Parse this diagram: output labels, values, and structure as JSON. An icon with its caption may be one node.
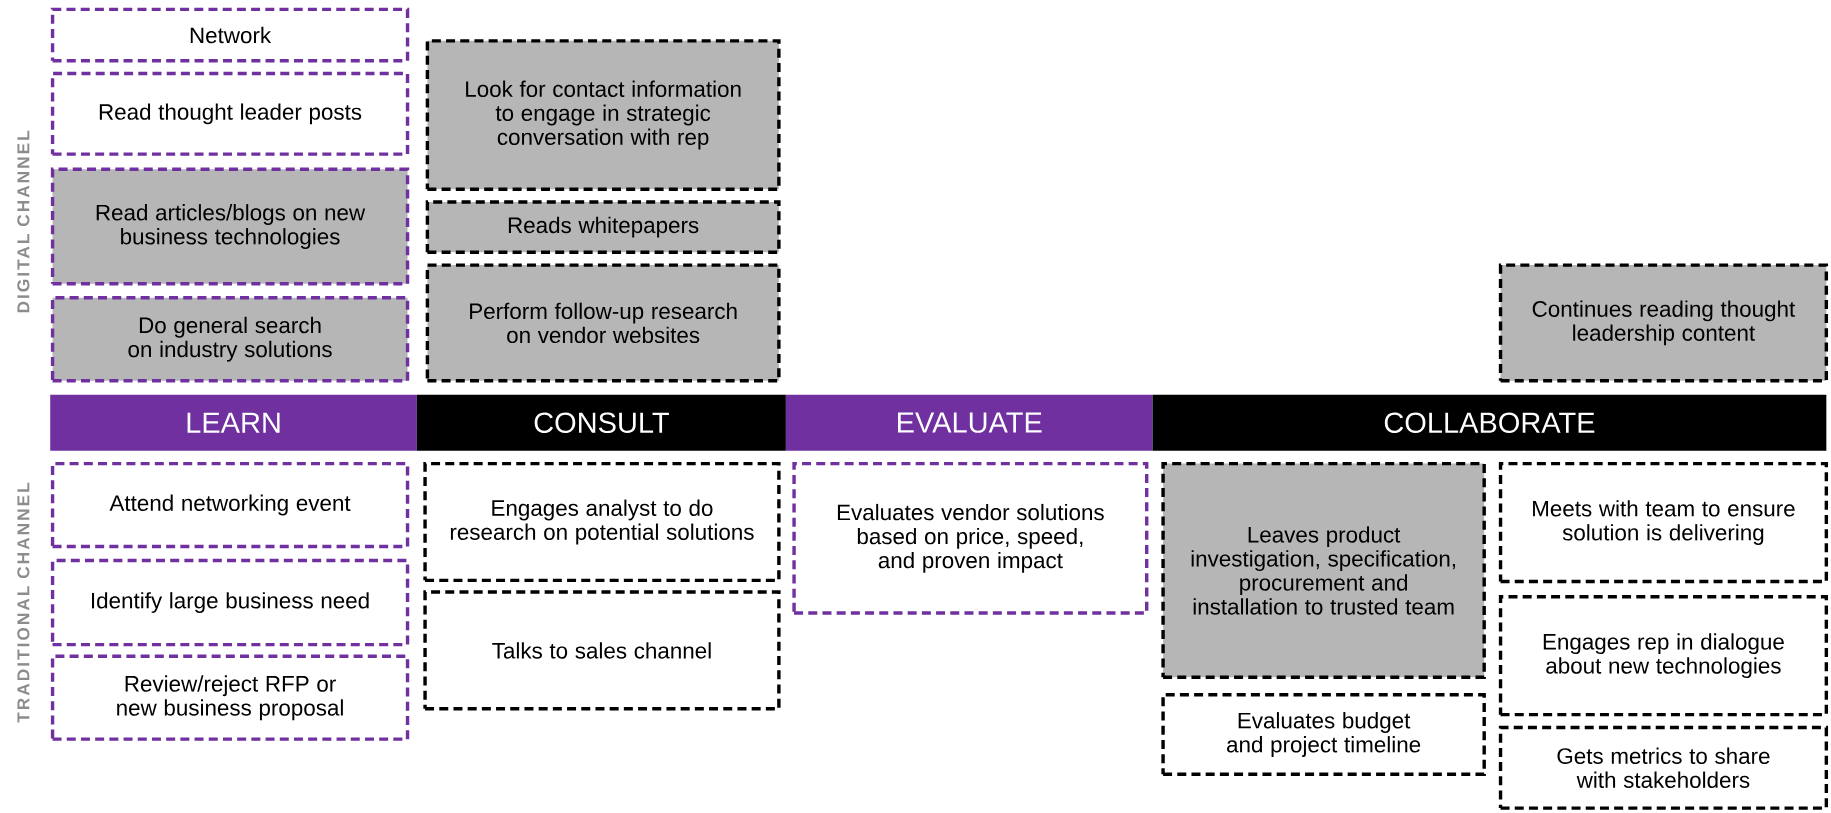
{
  "diagram": {
    "nodes": [
      {
        "text": [
          "Network"
        ]
      },
      {
        "text": [
          "Read thought leader posts"
        ]
      },
      {
        "text": [
          "Read articles/blogs on new business technologies"
        ]
      },
      {
        "text": [
          "Do general search on industry solutions"
        ]
      },
      {
        "text": [
          "Look for contact information to engage in strategic conversation with rep"
        ]
      },
      {
        "text": [
          "Reads whitepapers"
        ]
      },
      {
        "text": [
          "Perform follow-up research on vendor websites"
        ]
      },
      {
        "text": [
          "Continues reading thought leadership content"
        ]
      },
      {
        "text": [
          "LEARN"
        ]
      },
      {
        "text": [
          "CONSULT"
        ]
      },
      {
        "text": [
          "EVALUATE"
        ]
      },
      {
        "text": [
          "COLLABORATE"
        ]
      },
      {
        "text": [
          "Attend networking event"
        ]
      },
      {
        "text": [
          "Identify large business need"
        ]
      },
      {
        "text": [
          "Review/reject RFP or new business proposal"
        ]
      },
      {
        "text": [
          "Engages analyst to do research on potential solutions"
        ]
      },
      {
        "text": [
          "Talks to sales channel"
        ]
      },
      {
        "text": [
          "Evaluates vendor solutions based on price, speed, and proven impact"
        ]
      },
      {
        "text": [
          "Leaves product investigation, specification, procurement and installation to trusted team"
        ]
      },
      {
        "text": [
          "Evaluates budget and project timeline"
        ]
      },
      {
        "text": [
          "Meets with team to ensure solution is delivering"
        ]
      },
      {
        "text": [
          "Engages rep in dialogue about new technologies"
        ]
      },
      {
        "text": [
          "Gets metrics to share with stakeholders"
        ]
      }
    ],
    "labels": [
      "DIGITAL CHANNEL",
      "TRADITIONAL CHANNEL"
    ]
  }
}
